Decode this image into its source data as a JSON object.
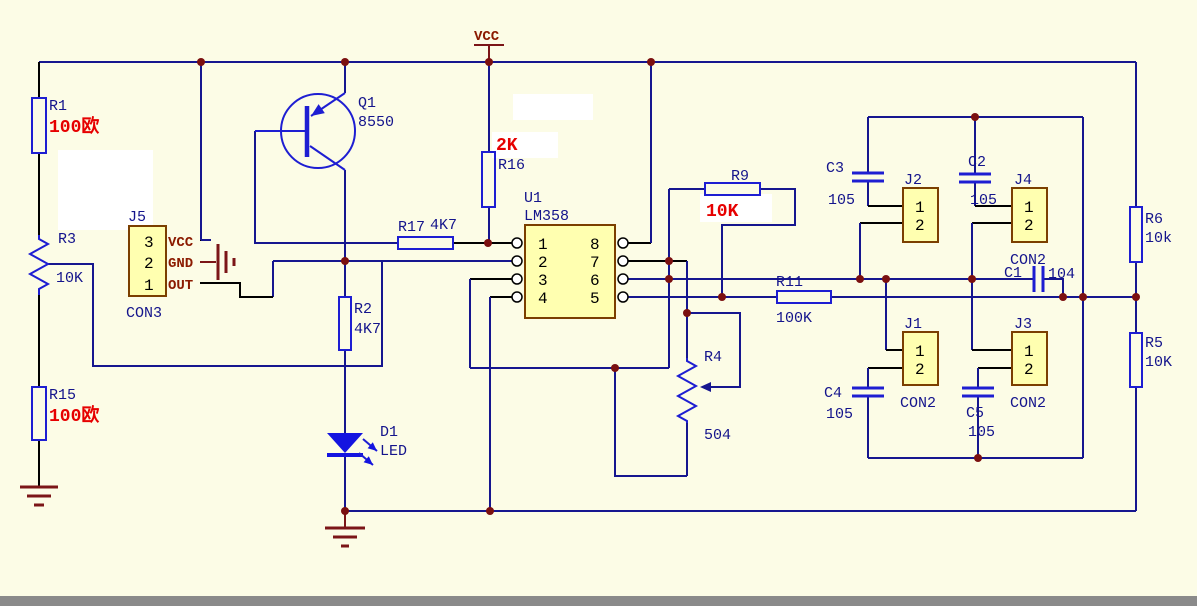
{
  "power": {
    "vcc_label": "VCC"
  },
  "components": {
    "r1": {
      "ref": "R1",
      "value": "100欧"
    },
    "r3": {
      "ref": "R3",
      "value": "10K"
    },
    "r15": {
      "ref": "R15",
      "value": "100欧"
    },
    "j5": {
      "ref": "J5",
      "type": "CON3",
      "pins": [
        "3",
        "2",
        "1"
      ],
      "ports": [
        "VCC",
        "GND",
        "OUT"
      ]
    },
    "q1": {
      "ref": "Q1",
      "value": "8550"
    },
    "r17": {
      "ref": "R17",
      "value": "4K7"
    },
    "r16": {
      "ref": "R16",
      "value": "2K"
    },
    "r2": {
      "ref": "R2",
      "value": "4K7"
    },
    "d1": {
      "ref": "D1",
      "value": "LED"
    },
    "u1": {
      "ref": "U1",
      "value": "LM358",
      "left_pins": [
        "1",
        "2",
        "3",
        "4"
      ],
      "right_pins": [
        "8",
        "7",
        "6",
        "5"
      ]
    },
    "r9": {
      "ref": "R9",
      "value": "10K"
    },
    "r11": {
      "ref": "R11",
      "value": "100K"
    },
    "r4": {
      "ref": "R4",
      "value": "504"
    },
    "c3": {
      "ref": "C3",
      "value": "105"
    },
    "c2": {
      "ref": "C2",
      "value": "105"
    },
    "c1": {
      "ref": "C1",
      "value": "104"
    },
    "c4": {
      "ref": "C4",
      "value": "105"
    },
    "c5": {
      "ref": "C5",
      "value": "105"
    },
    "j2": {
      "ref": "J2",
      "pins": [
        "1",
        "2"
      ]
    },
    "j4": {
      "ref": "J4",
      "type": "CON2",
      "pins": [
        "1",
        "2"
      ]
    },
    "j1": {
      "ref": "J1",
      "type": "CON2",
      "pins": [
        "1",
        "2"
      ]
    },
    "j3": {
      "ref": "J3",
      "type": "CON2",
      "pins": [
        "1",
        "2"
      ]
    },
    "r6": {
      "ref": "R6",
      "value": "10k"
    },
    "r5": {
      "ref": "R5",
      "value": "10K"
    }
  },
  "colors": {
    "background": "#FCFCE6",
    "wire": "#16168F",
    "component": "#1E1ED2",
    "junction": "#7B1010",
    "value_red": "#E60000",
    "port_maroon": "#8B1A00",
    "ic_fill": "#FFFFB0",
    "ic_border": "#7B3F00"
  }
}
